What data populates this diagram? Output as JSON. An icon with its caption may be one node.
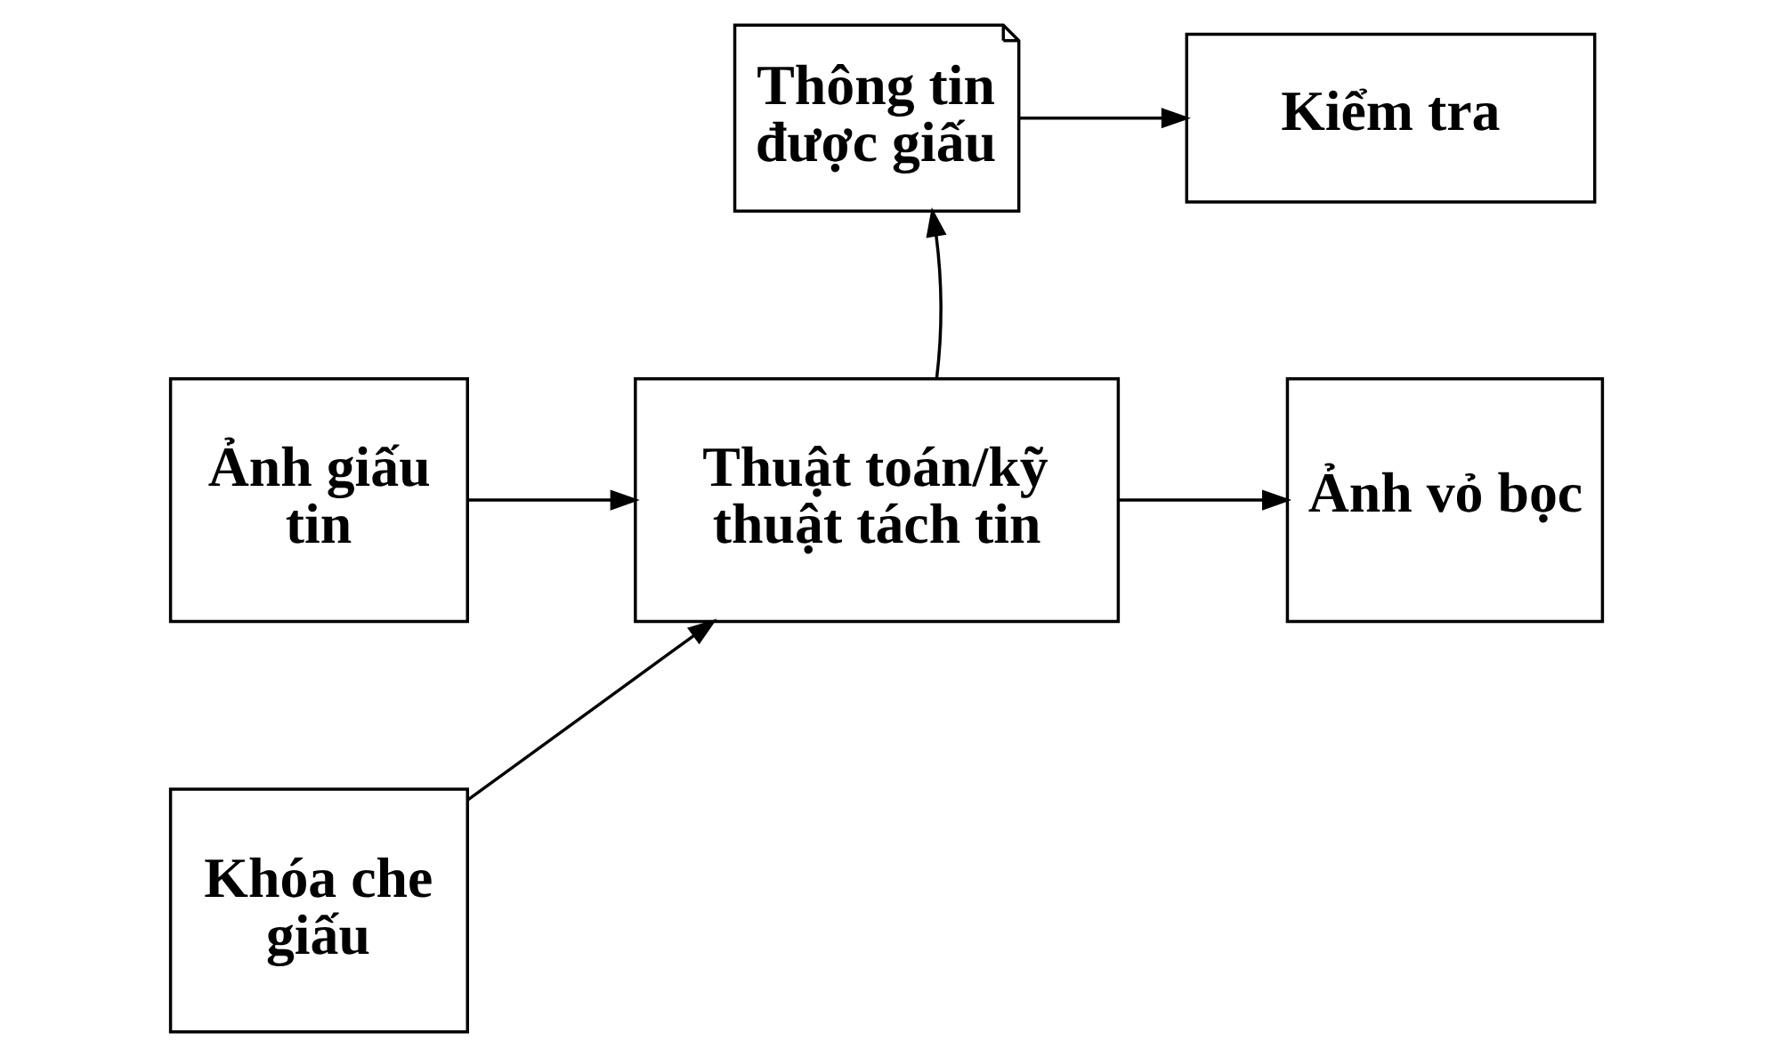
{
  "diagram": {
    "nodes": [
      {
        "text": [
          "Thông tin được giấu"
        ]
      },
      {
        "text": [
          "Kiểm tra"
        ]
      },
      {
        "text": [
          "Ảnh giấu tin"
        ]
      },
      {
        "text": [
          "Thuật toán/kỹ thuật tách tin"
        ]
      },
      {
        "text": [
          "Ảnh vỏ bọc"
        ]
      },
      {
        "text": [
          "Khóa che giấu"
        ]
      }
    ],
    "edges": [
      {
        "from": 3,
        "to": 0,
        "arrow": "to"
      },
      {
        "from": 0,
        "to": 1,
        "arrow": "to"
      },
      {
        "from": 2,
        "to": 3,
        "arrow": "to"
      },
      {
        "from": 3,
        "to": 4,
        "arrow": "to"
      },
      {
        "from": 5,
        "to": 3,
        "arrow": "to"
      }
    ]
  }
}
